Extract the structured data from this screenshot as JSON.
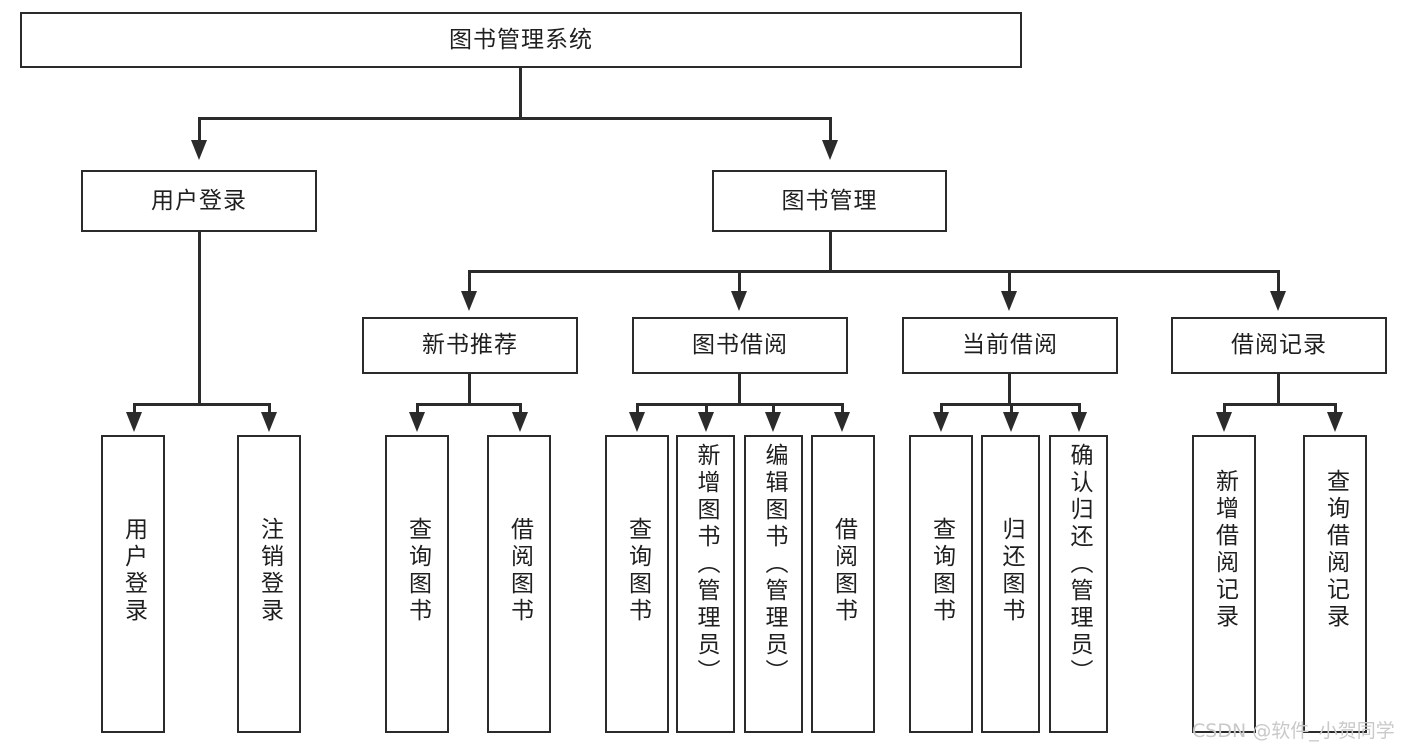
{
  "diagram": {
    "title": "图书管理系统",
    "type": "tree",
    "root": {
      "label": "图书管理系统"
    },
    "level2": [
      {
        "label": "用户登录"
      },
      {
        "label": "图书管理"
      }
    ],
    "level3": [
      {
        "label": "新书推荐"
      },
      {
        "label": "图书借阅"
      },
      {
        "label": "当前借阅"
      },
      {
        "label": "借阅记录"
      }
    ],
    "leaves": {
      "user_login": [
        {
          "label": "用户登录"
        },
        {
          "label": "注销登录"
        }
      ],
      "new_book_recommend": [
        {
          "label": "查询图书"
        },
        {
          "label": "借阅图书"
        }
      ],
      "book_borrow": [
        {
          "label": "查询图书"
        },
        {
          "label": "新增图书（管理员）"
        },
        {
          "label": "编辑图书（管理员）"
        },
        {
          "label": "借阅图书"
        }
      ],
      "current_borrow": [
        {
          "label": "查询图书"
        },
        {
          "label": "归还图书"
        },
        {
          "label": "确认归还（管理员）"
        }
      ],
      "borrow_record": [
        {
          "label": "新增借阅记录"
        },
        {
          "label": "查询借阅记录"
        }
      ]
    }
  },
  "watermark": {
    "text": "CSDN @软件_小贺同学"
  },
  "colors": {
    "stroke": "#2b2b2b",
    "text": "#1f1f1f",
    "background": "#ffffff",
    "watermark": "#c9c9c9"
  }
}
